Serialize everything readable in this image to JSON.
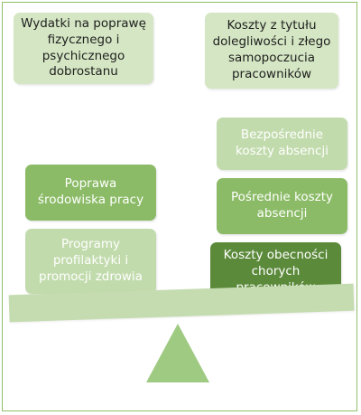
{
  "diagram": {
    "left_header": "Wydatki na poprawę fizycznego i psychicznego dobrostanu",
    "right_header": "Koszty z tytułu dolegliwości i złego samopoczucia pracowników",
    "left_items": [
      "Poprawa środowiska pracy",
      "Programy profilaktyki i promocji zdrowia"
    ],
    "right_items": [
      "Bezpośrednie koszty absencji",
      "Pośrednie koszty absencji",
      "Koszty obecności chorych pracowników"
    ],
    "colors": {
      "border": "#8fbf6a",
      "header": "#d4e6c3",
      "pale": "#c2dbad",
      "mid": "#8bbb66",
      "dark": "#5c8a3b",
      "beam": "#c5dcb0"
    }
  }
}
